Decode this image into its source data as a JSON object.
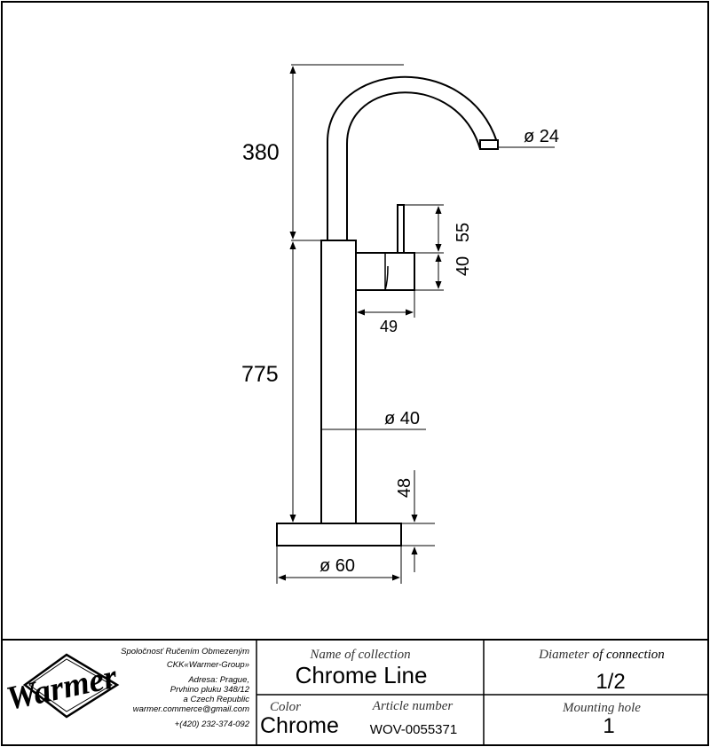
{
  "dimensions": {
    "spout_height": "380",
    "spout_diameter": "ø 24",
    "lever_height": "55",
    "body_height": "40",
    "body_depth": "49",
    "column_height": "775",
    "column_diameter": "ø 40",
    "base_height": "48",
    "base_diameter": "ø 60"
  },
  "company": {
    "logo_text": "Warmer",
    "line1": "Spoločnosť Ručením Obmezeným",
    "line2": "CKK«Warmer-Group»",
    "line3": "Adresa: Prague,",
    "line4": "Prvhino pluku 348/12",
    "line5": "a Czech Republic",
    "email": "warmer.commerce@gmail.com",
    "phone": "+(420) 232-374-092"
  },
  "titleblock": {
    "collection_label": "Name of collection",
    "collection_value": "Chrome Line",
    "diameter_label_a": "Diameter",
    "diameter_label_b": "of connection",
    "diameter_value": "1/2",
    "color_label": "Color",
    "color_value": "Chrome",
    "article_label": "Article number",
    "article_value": "WOV-0055371",
    "mounting_label": "Mounting hole",
    "mounting_value": "1"
  }
}
